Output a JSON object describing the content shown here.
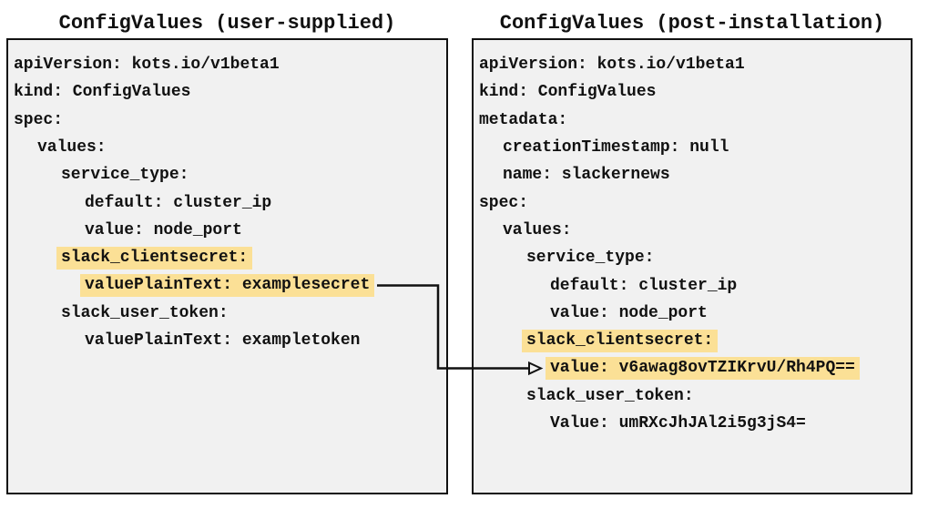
{
  "left_panel": {
    "title": "ConfigValues (user-supplied)",
    "lines": [
      {
        "text": "apiVersion: kots.io/v1beta1",
        "highlight": false
      },
      {
        "text": "kind: ConfigValues",
        "highlight": false
      },
      {
        "text": "spec:",
        "highlight": false
      },
      {
        "text": "  values:",
        "highlight": false
      },
      {
        "text": "    service_type:",
        "highlight": false
      },
      {
        "text": "      default: cluster_ip",
        "highlight": false
      },
      {
        "text": "      value: node_port",
        "highlight": false
      },
      {
        "text": "    slack_clientsecret:",
        "highlight": true
      },
      {
        "text": "      valuePlainText: examplesecret",
        "highlight": true
      },
      {
        "text": "    slack_user_token:",
        "highlight": false
      },
      {
        "text": "      valuePlainText: exampletoken",
        "highlight": false
      }
    ]
  },
  "right_panel": {
    "title": "ConfigValues (post-installation)",
    "lines": [
      {
        "text": "apiVersion: kots.io/v1beta1",
        "highlight": false
      },
      {
        "text": "kind: ConfigValues",
        "highlight": false
      },
      {
        "text": "metadata:",
        "highlight": false
      },
      {
        "text": "  creationTimestamp: null",
        "highlight": false
      },
      {
        "text": "  name: slackernews",
        "highlight": false
      },
      {
        "text": "spec:",
        "highlight": false
      },
      {
        "text": "  values:",
        "highlight": false
      },
      {
        "text": "    service_type:",
        "highlight": false
      },
      {
        "text": "      default: cluster_ip",
        "highlight": false
      },
      {
        "text": "      value: node_port",
        "highlight": false
      },
      {
        "text": "    slack_clientsecret:",
        "highlight": true
      },
      {
        "text": "      value: v6awag8ovTZIKrvU/Rh4PQ==",
        "highlight": true
      },
      {
        "text": "    slack_user_token:",
        "highlight": false
      },
      {
        "text": "      Value: umRXcJhJAl2i5g3jS4=",
        "highlight": false
      }
    ]
  },
  "arrow": {
    "from": "valuePlainText: examplesecret",
    "to": "value: v6awag8ovTZIKrvU/Rh4PQ=="
  },
  "colors": {
    "highlight": "#fbe096",
    "panel_bg": "#f1f1f1",
    "border": "#111111",
    "arrow": "#111111"
  }
}
